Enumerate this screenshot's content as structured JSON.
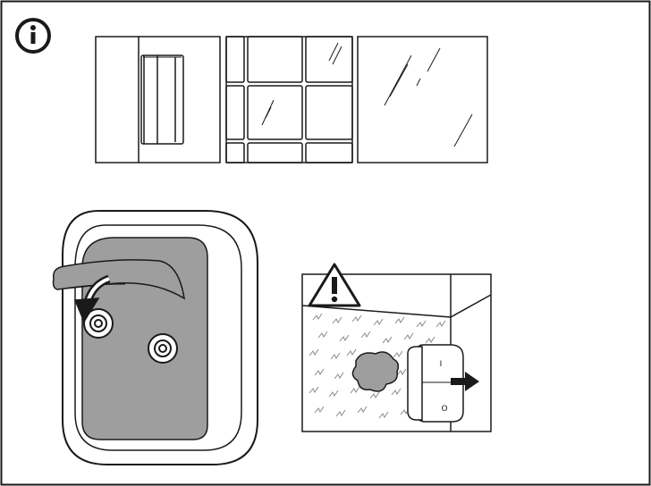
{
  "icons": {
    "info": "info-icon",
    "warning": "warning-triangle-icon",
    "arrow": "arrow-right-icon",
    "curved_arrow": "curved-arrow-icon"
  },
  "panels": {
    "surfaces": {
      "items": [
        {
          "name": "door-frame-surface"
        },
        {
          "name": "tiled-surface"
        },
        {
          "name": "glass-surface"
        }
      ]
    },
    "switch_back": {
      "name": "switch-back-with-adhesive"
    },
    "warning": {
      "name": "rough-wall-warning",
      "switch_marks": [
        "I",
        "O"
      ]
    }
  },
  "colors": {
    "stroke": "#1a1a1a",
    "adhesive_fill": "#9e9e9e",
    "background": "#ffffff"
  }
}
